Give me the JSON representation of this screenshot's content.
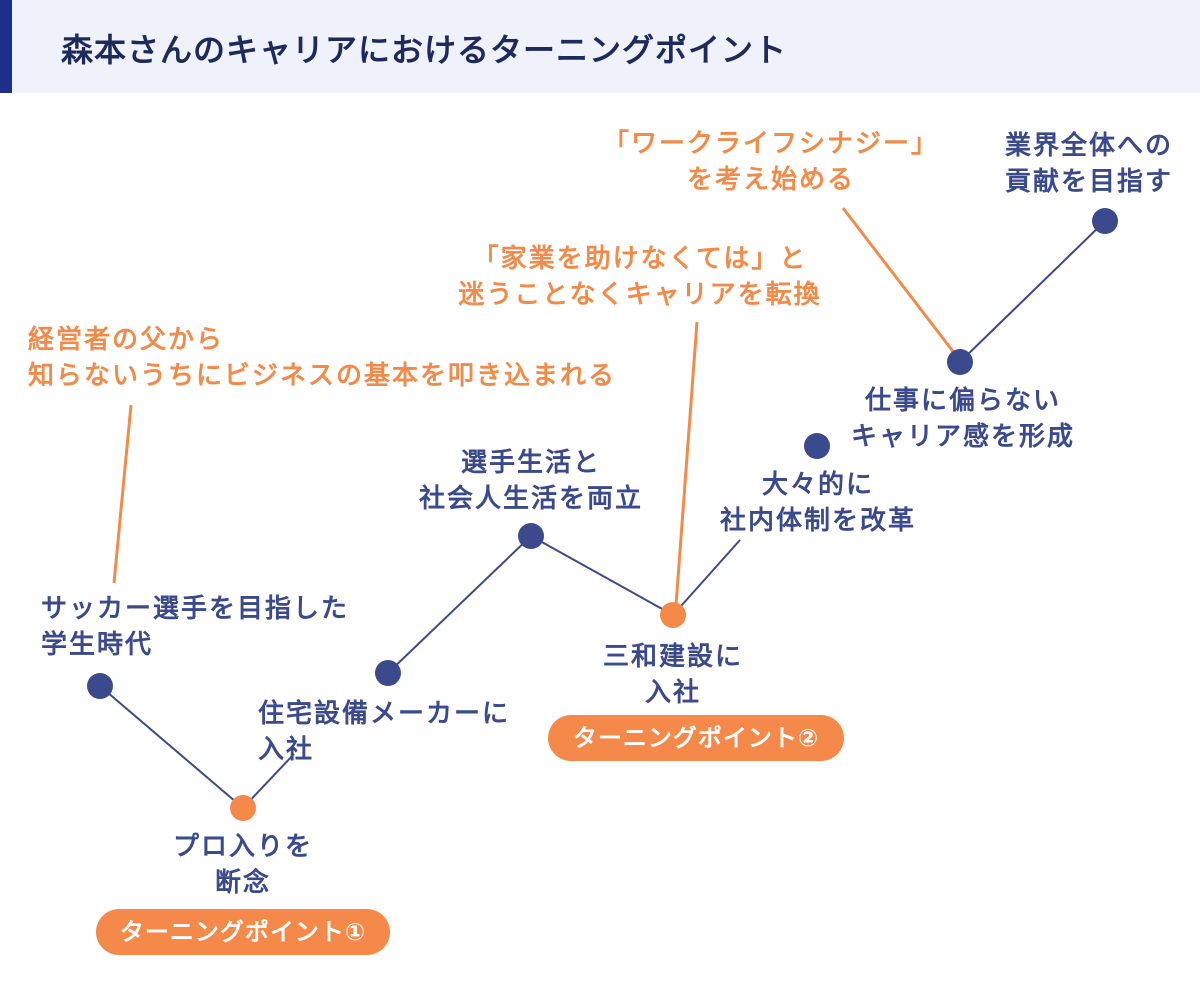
{
  "title": "森本さんのキャリアにおけるターニングポイント",
  "colors": {
    "navy": "#3b4a8c",
    "orange": "#f5894a",
    "header_bg": "#eff1fb",
    "accent_bar": "#1e2f8c"
  },
  "milestones": [
    {
      "lines": [
        "サッカー選手を目指した",
        "学生時代"
      ]
    },
    {
      "lines": [
        "プロ入りを",
        "断念"
      ]
    },
    {
      "lines": [
        "住宅設備メーカーに",
        "入社"
      ]
    },
    {
      "lines": [
        "選手生活と",
        "社会人生活を両立"
      ]
    },
    {
      "lines": [
        "三和建設に",
        "入社"
      ]
    },
    {
      "lines": [
        "大々的に",
        "社内体制を改革"
      ]
    },
    {
      "lines": [
        "仕事に偏らない",
        "キャリア感を形成"
      ]
    },
    {
      "lines": [
        "業界全体への",
        "貢献を目指す"
      ]
    }
  ],
  "annotations": [
    {
      "lines": [
        "経営者の父から",
        "知らないうちにビジネスの基本を叩き込まれる"
      ]
    },
    {
      "lines": [
        "「家業を助けなくては」と",
        "迷うことなくキャリアを転換"
      ]
    },
    {
      "lines": [
        "「ワークライフシナジー」",
        "を考え始める"
      ]
    }
  ],
  "badges": [
    "ターニングポイント①",
    "ターニングポイント②"
  ]
}
